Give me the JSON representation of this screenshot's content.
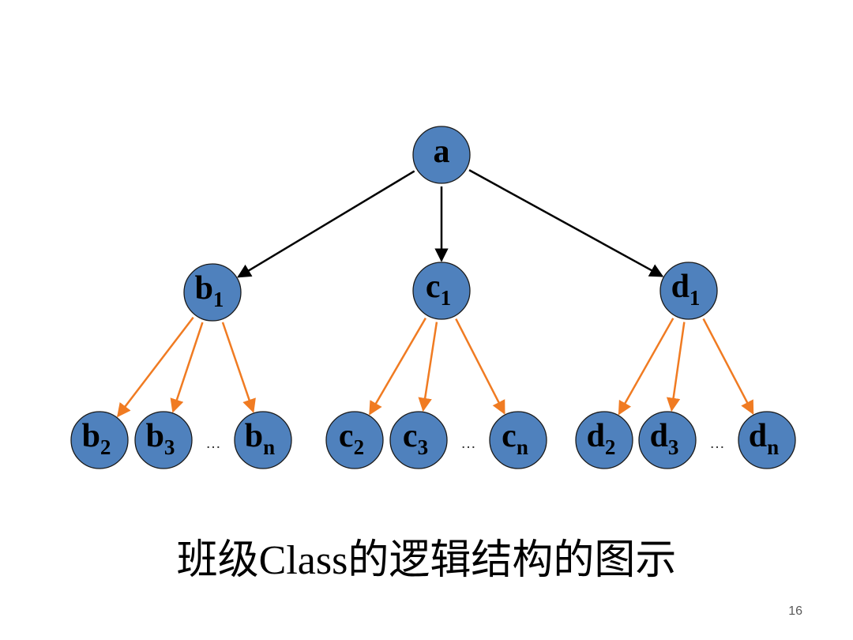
{
  "diagram": {
    "root": {
      "id": "a",
      "label": "a",
      "sub": ""
    },
    "branches": [
      {
        "parent": {
          "id": "b1",
          "label": "b",
          "sub": "1"
        },
        "children": [
          {
            "id": "b2",
            "label": "b",
            "sub": "2"
          },
          {
            "id": "b3",
            "label": "b",
            "sub": "3"
          },
          {
            "id": "bn",
            "label": "b",
            "sub": "n"
          }
        ]
      },
      {
        "parent": {
          "id": "c1",
          "label": "c",
          "sub": "1"
        },
        "children": [
          {
            "id": "c2",
            "label": "c",
            "sub": "2"
          },
          {
            "id": "c3",
            "label": "c",
            "sub": "3"
          },
          {
            "id": "cn",
            "label": "c",
            "sub": "n"
          }
        ]
      },
      {
        "parent": {
          "id": "d1",
          "label": "d",
          "sub": "1"
        },
        "children": [
          {
            "id": "d2",
            "label": "d",
            "sub": "2"
          },
          {
            "id": "d3",
            "label": "d",
            "sub": "3"
          },
          {
            "id": "dn",
            "label": "d",
            "sub": "n"
          }
        ]
      }
    ],
    "ellipsis": "…",
    "colors": {
      "node_fill": "#4f81bd",
      "root_edge": "#000000",
      "child_edge": "#f07b22"
    }
  },
  "caption": "班级Class的逻辑结构的图示",
  "page_number": "16"
}
